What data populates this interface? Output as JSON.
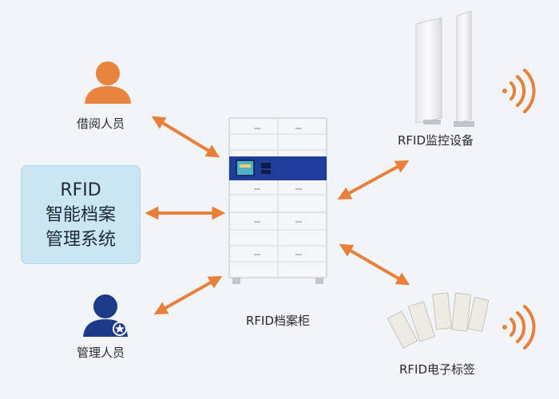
{
  "nodes": {
    "borrower": "借阅人员",
    "manager": "管理人员",
    "system_lines": [
      "RFID",
      "智能档案",
      "管理系统"
    ],
    "cabinet": "RFID档案柜",
    "monitor": "RFID监控设备",
    "tag": "RFID电子标签"
  },
  "colors": {
    "arrow": "#e8803a",
    "person": "#e8843c",
    "manager": "#1d3a8a",
    "signal": "#e8803a",
    "box": "#c9e6f2",
    "cabinet_band": "#1f3e9c"
  },
  "icons": {
    "borrower": "person-icon",
    "manager": "admin-person-icon",
    "monitor": "rfid-gate-icon",
    "tag": "rfid-tag-icon",
    "signal": "wireless-signal-icon"
  }
}
